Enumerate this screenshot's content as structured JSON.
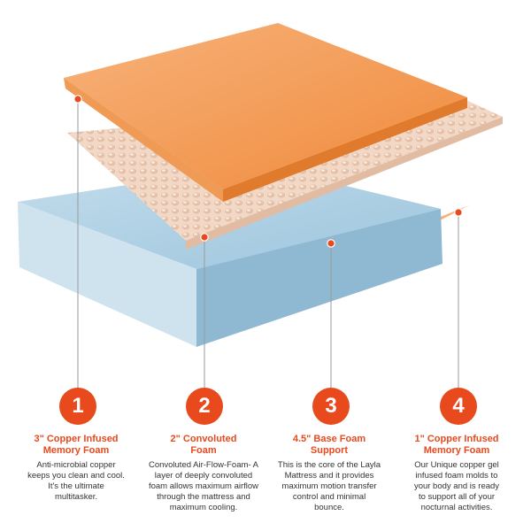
{
  "colors": {
    "accent": "#e8491d",
    "copper_foam": "#f2994a",
    "convoluted_foam": "#f3dccb",
    "base_foam": "#a9cde2",
    "text": "#333333"
  },
  "layers": [
    {
      "number": "1",
      "title_line1": "3\" Copper Infused",
      "title_line2": "Memory Foam",
      "desc_lines": [
        "Anti-microbial copper",
        "keeps you clean and cool.",
        "It's the ultimate",
        "multitasker."
      ]
    },
    {
      "number": "2",
      "title_line1": "2\" Convoluted",
      "title_line2": "Foam",
      "desc_lines": [
        "Convoluted Air-Flow-Foam- A",
        "layer of deeply convoluted",
        "foam allows maximum airflow",
        "through the mattress and",
        "maximum cooling."
      ]
    },
    {
      "number": "3",
      "title_line1": "4.5\" Base Foam",
      "title_line2": "Support",
      "desc_lines": [
        "This is the core of the Layla",
        "Mattress and it provides",
        "maximum motion transfer",
        "control and minimal",
        "bounce."
      ]
    },
    {
      "number": "4",
      "title_line1": "1\" Copper Infused",
      "title_line2": "Memory Foam",
      "desc_lines": [
        "Our Unique copper gel",
        "infused foam molds to",
        "your body and is ready",
        "to support all of your",
        "nocturnal activities."
      ]
    }
  ]
}
